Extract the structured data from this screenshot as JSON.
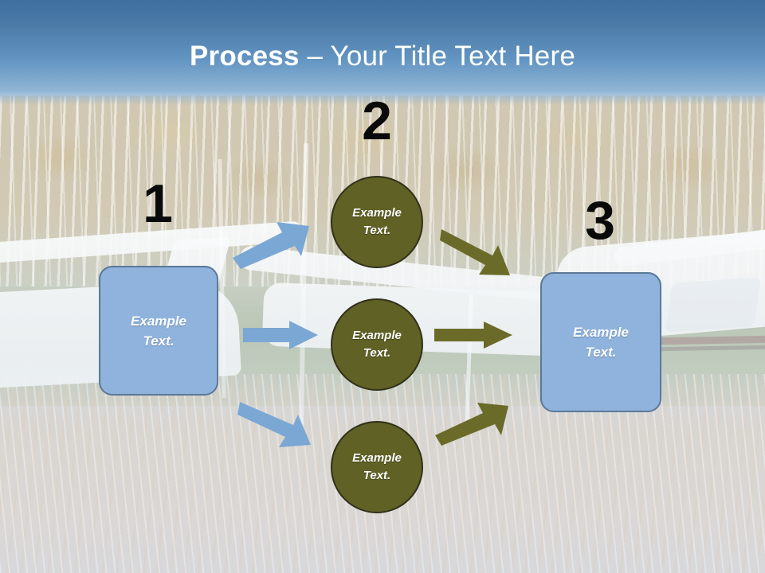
{
  "slide": {
    "title_strong": "Process",
    "title_rest": " – Your Title Text Here",
    "background_description": "Washed-out photograph of a small white aircraft parked in front of autumn birch trees with a dry grass field in the foreground",
    "colors": {
      "banner_top": "#3f6f9f",
      "banner_bottom": "#8fb4d4",
      "box_fill": "#8fb3dc",
      "box_border": "#5b7897",
      "circle_fill": "#5f6125",
      "circle_border": "#30301a",
      "arrow_blue": "#7ba7d4",
      "arrow_olive": "#6a6b28",
      "number_color": "#0a0a0a",
      "label_color": "#ffffff"
    }
  },
  "steps": [
    {
      "number": "1",
      "label": "Example\nText."
    },
    {
      "number": "2",
      "label": "Example\nText."
    },
    {
      "number": "3",
      "label": "Example\nText."
    }
  ],
  "stage_boxes": {
    "start": {
      "label": "Example\nText."
    },
    "end": {
      "label": "Example\nText."
    }
  },
  "middle_circles": [
    {
      "label": "Example\nText."
    },
    {
      "label": "Example\nText."
    },
    {
      "label": "Example\nText."
    }
  ],
  "arrows": {
    "blue": [
      {
        "direction": "up-right",
        "from": "start-box",
        "to": "circle-1"
      },
      {
        "direction": "right",
        "from": "start-box",
        "to": "circle-2"
      },
      {
        "direction": "down-right",
        "from": "start-box",
        "to": "circle-3"
      }
    ],
    "olive": [
      {
        "direction": "down-right",
        "from": "circle-1",
        "to": "end-box"
      },
      {
        "direction": "right",
        "from": "circle-2",
        "to": "end-box"
      },
      {
        "direction": "up-right",
        "from": "circle-3",
        "to": "end-box"
      }
    ]
  }
}
